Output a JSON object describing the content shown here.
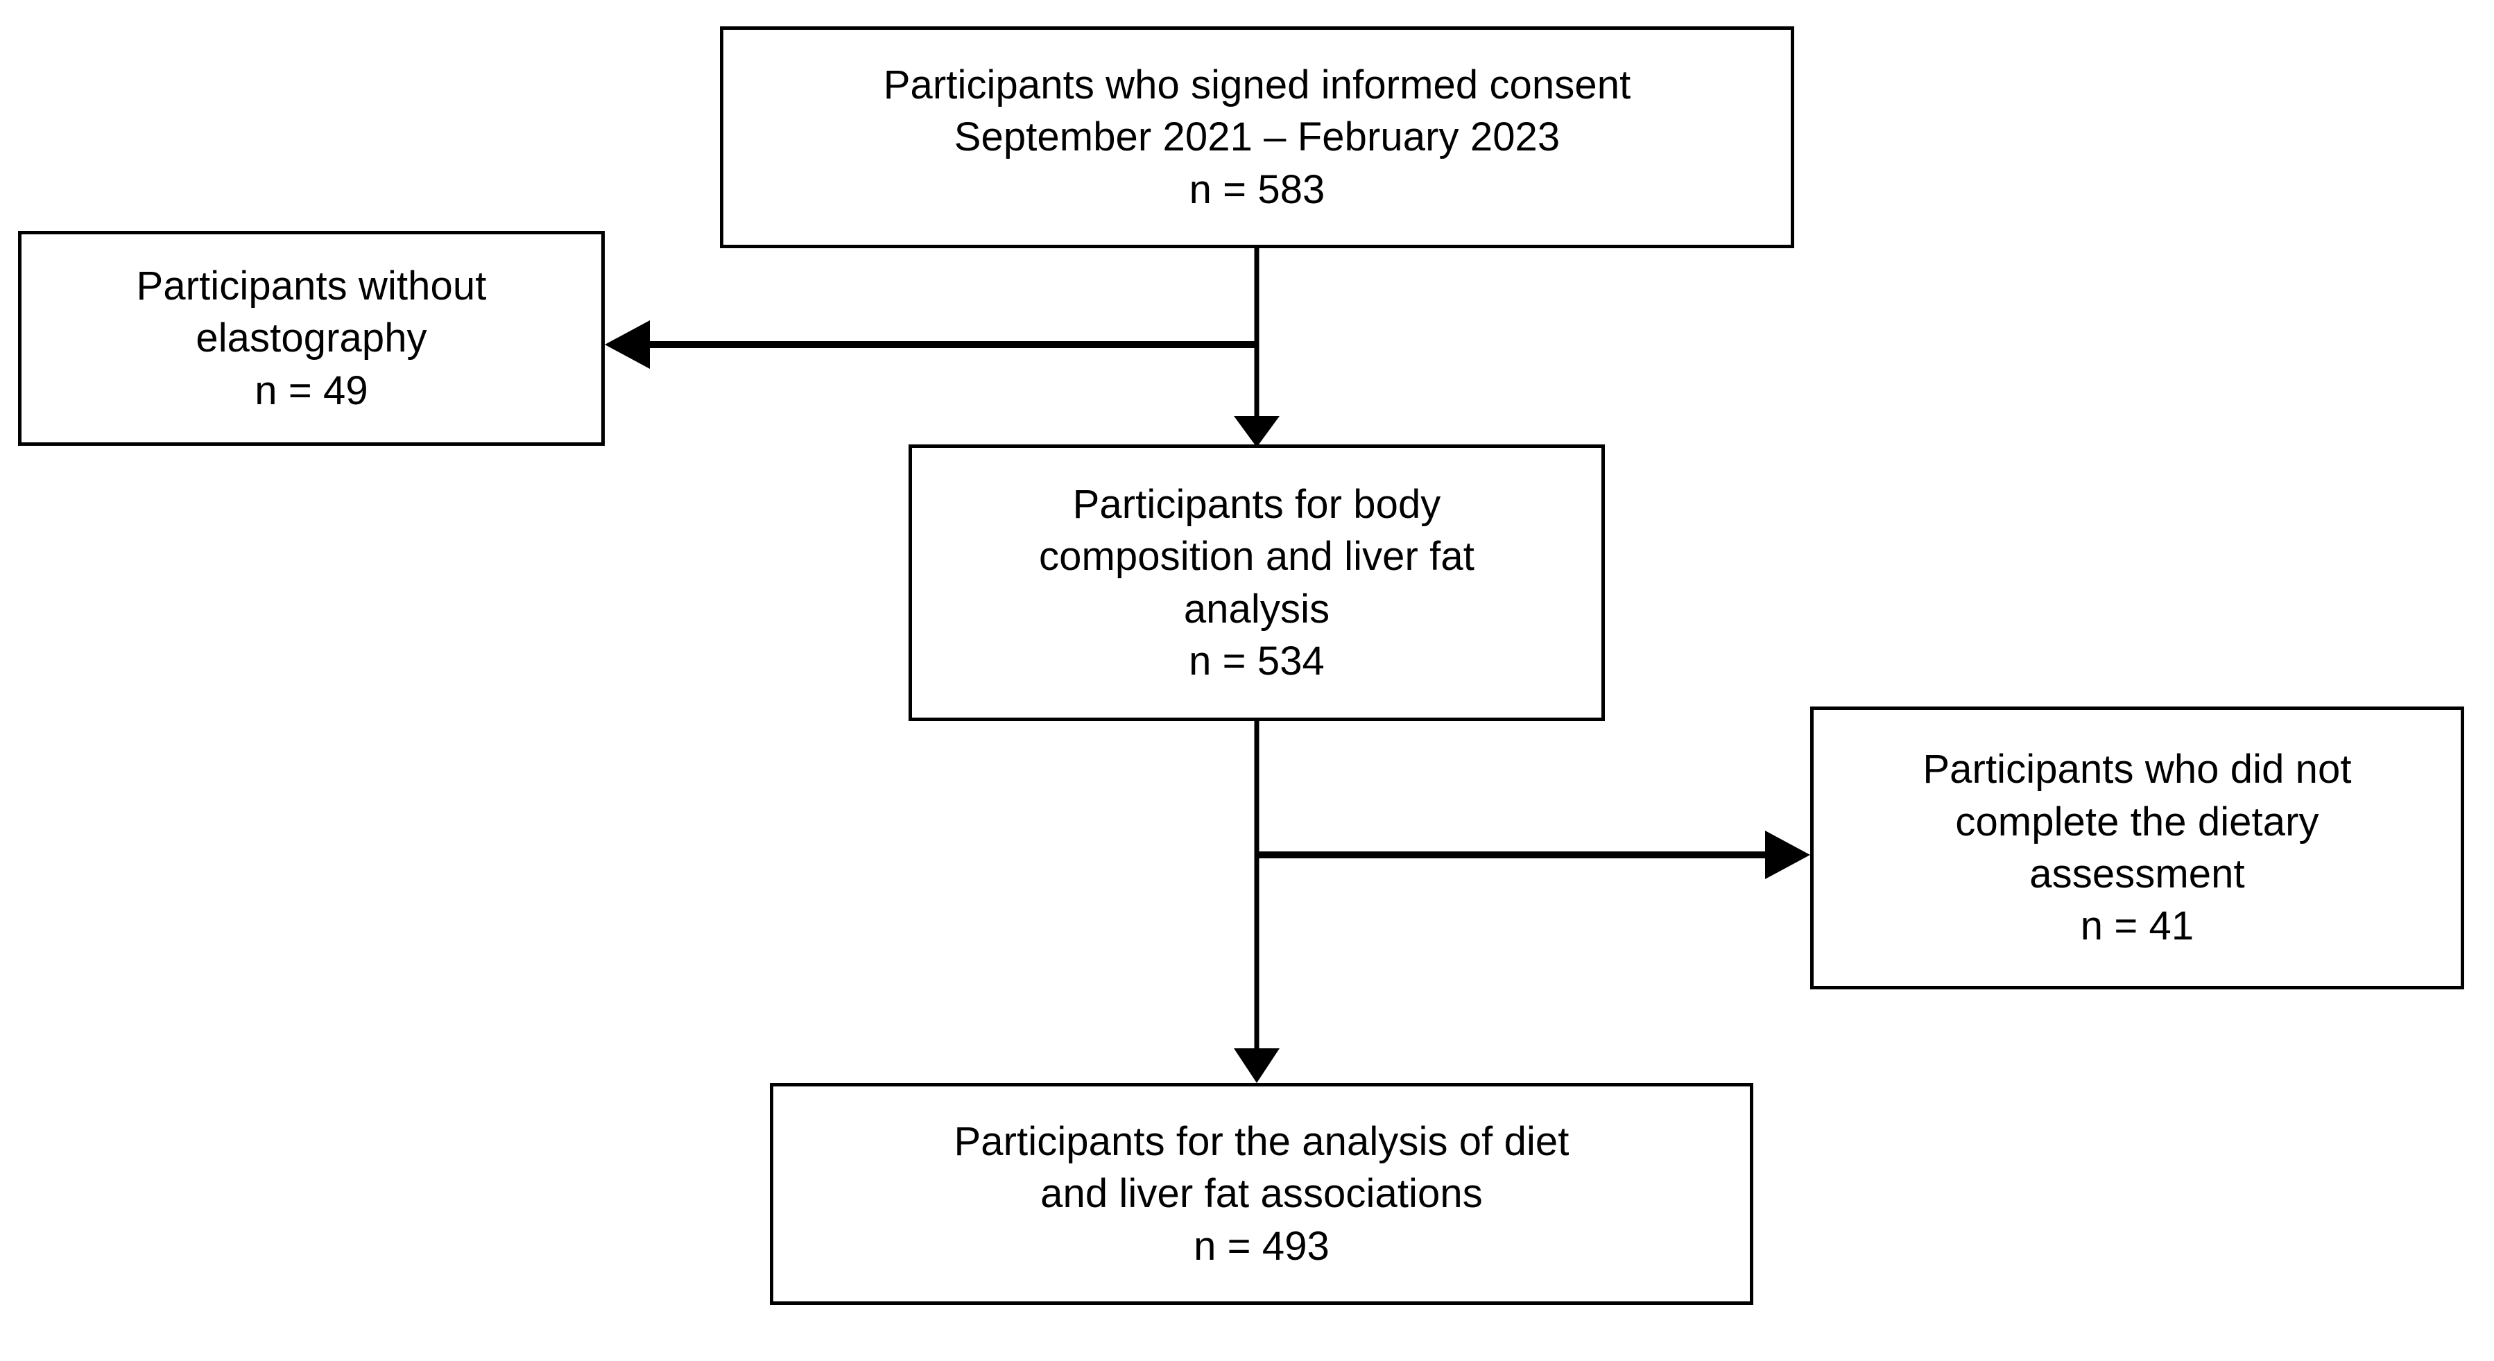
{
  "diagram": {
    "type": "participant-flow-chart",
    "background_color": "#ffffff",
    "line_color": "#000000",
    "box_border_color": "#000000",
    "box_fill_color": "#ffffff",
    "nodes": {
      "consent": {
        "lines": [
          "Participants who signed informed consent",
          "September 2021 – February 2023",
          "n = 583"
        ],
        "count_label": "n = 583",
        "count": 583
      },
      "no_elastography": {
        "lines": [
          "Participants without",
          "elastography",
          "n = 49"
        ],
        "count_label": "n = 49",
        "count": 49
      },
      "body_composition": {
        "lines": [
          "Participants for body",
          "composition and liver fat",
          "analysis",
          "n = 534"
        ],
        "count_label": "n = 534",
        "count": 534
      },
      "no_dietary": {
        "lines": [
          "Participants who did not",
          "complete the dietary",
          "assessment",
          "n = 41"
        ],
        "count_label": "n = 41",
        "count": 41
      },
      "final_analysis": {
        "lines": [
          "Participants for the analysis of diet",
          "and liver fat associations",
          "n = 493"
        ],
        "count_label": "n = 493",
        "count": 493
      }
    },
    "edges": [
      {
        "from": "consent",
        "to": "no_elastography",
        "direction": "left",
        "style": "elbow-arrow"
      },
      {
        "from": "consent",
        "to": "body_composition",
        "direction": "down",
        "style": "straight-arrow"
      },
      {
        "from": "body_composition",
        "to": "no_dietary",
        "direction": "right",
        "style": "elbow-arrow"
      },
      {
        "from": "body_composition",
        "to": "final_analysis",
        "direction": "down",
        "style": "straight-arrow"
      }
    ]
  }
}
